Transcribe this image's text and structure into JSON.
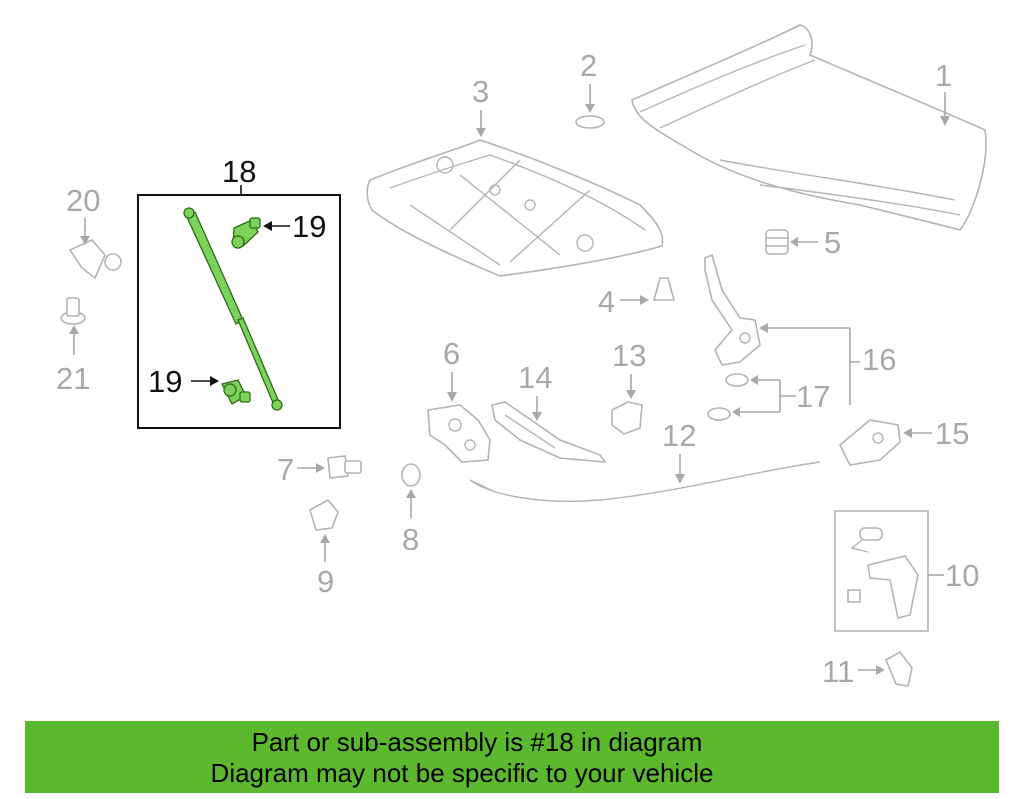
{
  "labels": {
    "p1": "1",
    "p2": "2",
    "p3": "3",
    "p4": "4",
    "p5": "5",
    "p6": "6",
    "p7": "7",
    "p8": "8",
    "p9": "9",
    "p10": "10",
    "p11": "11",
    "p12": "12",
    "p13": "13",
    "p14": "14",
    "p15": "15",
    "p16": "16",
    "p17": "17",
    "p18": "18",
    "p19a": "19",
    "p19b": "19",
    "p20": "20",
    "p21": "21"
  },
  "highlight_part": "18",
  "colors": {
    "highlight": "#7bd35a",
    "banner": "#5cb92e",
    "muted": "#a8a8a8"
  },
  "banner": {
    "line1": "Part or sub-assembly is #18 in diagram",
    "line2": "Diagram may not be specific to your vehicle"
  }
}
